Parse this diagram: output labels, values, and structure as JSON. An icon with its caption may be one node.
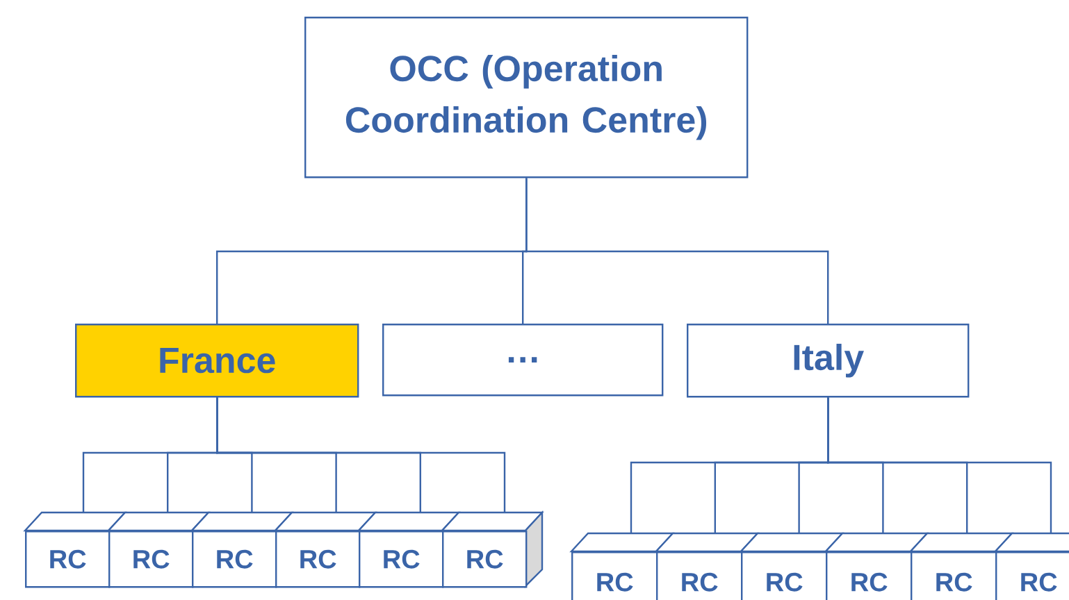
{
  "diagram": {
    "nodes": [
      {
        "text": [
          "OCC (Operation Coordination Centre)"
        ]
      },
      {
        "text": [
          "France"
        ]
      },
      {
        "text": [
          "…"
        ]
      },
      {
        "text": [
          "Italy"
        ]
      },
      {
        "text": [
          "RC"
        ]
      },
      {
        "text": [
          "RC"
        ]
      },
      {
        "text": [
          "RC"
        ]
      },
      {
        "text": [
          "RC"
        ]
      },
      {
        "text": [
          "RC"
        ]
      },
      {
        "text": [
          "RC"
        ]
      },
      {
        "text": [
          "RC"
        ]
      },
      {
        "text": [
          "RC"
        ]
      },
      {
        "text": [
          "RC"
        ]
      },
      {
        "text": [
          "RC"
        ]
      },
      {
        "text": [
          "RC"
        ]
      },
      {
        "text": [
          "RC"
        ]
      }
    ],
    "edges": [
      {
        "from": 0,
        "to": 1,
        "arrow": "none"
      },
      {
        "from": 0,
        "to": 2,
        "arrow": "none"
      },
      {
        "from": 0,
        "to": 3,
        "arrow": "none"
      },
      {
        "from": 1,
        "to": 4,
        "arrow": "none"
      },
      {
        "from": 1,
        "to": 5,
        "arrow": "none"
      },
      {
        "from": 1,
        "to": 6,
        "arrow": "none"
      },
      {
        "from": 1,
        "to": 7,
        "arrow": "none"
      },
      {
        "from": 1,
        "to": 8,
        "arrow": "none"
      },
      {
        "from": 1,
        "to": 9,
        "arrow": "none"
      },
      {
        "from": 3,
        "to": 10,
        "arrow": "none"
      },
      {
        "from": 3,
        "to": 11,
        "arrow": "none"
      },
      {
        "from": 3,
        "to": 12,
        "arrow": "none"
      },
      {
        "from": 3,
        "to": 13,
        "arrow": "none"
      },
      {
        "from": 3,
        "to": 14,
        "arrow": "none"
      },
      {
        "from": 3,
        "to": 15,
        "arrow": "none"
      }
    ]
  }
}
